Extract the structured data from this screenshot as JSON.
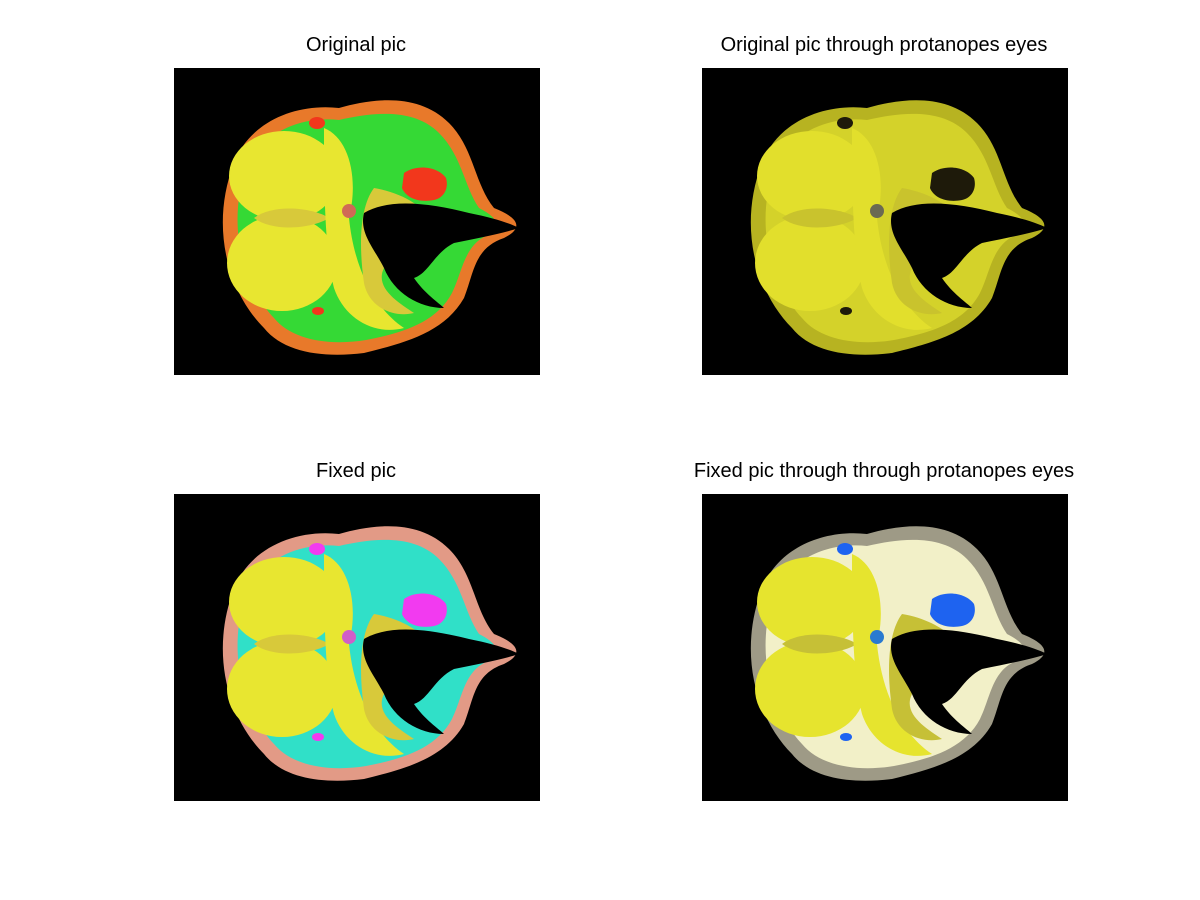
{
  "figure": {
    "panels": [
      {
        "title": "Original pic",
        "palette": {
          "outer": "#e8792a",
          "rim": "#35d935",
          "brain": "#e8e630",
          "brain_inner": "#d8c93a",
          "spots": "#f2371c",
          "dark": "#000000",
          "dot": "#d06a56"
        }
      },
      {
        "title": "Original pic through protanopes eyes",
        "palette": {
          "outer": "#b7b321",
          "rim": "#d4d22a",
          "brain": "#e2df2c",
          "brain_inner": "#c9c32d",
          "spots": "#1e1a0a",
          "dark": "#000000",
          "dot": "#6b6a52"
        }
      },
      {
        "title": "Fixed pic",
        "palette": {
          "outer": "#e29a86",
          "rim": "#30e0c8",
          "brain": "#e8e630",
          "brain_inner": "#d8c93a",
          "spots": "#f23af0",
          "dark": "#000000",
          "dot": "#d05ec8"
        }
      },
      {
        "title": "Fixed pic through through protanopes eyes",
        "palette": {
          "outer": "#9e9a86",
          "rim": "#f2f0c8",
          "brain": "#e6e42e",
          "brain_inner": "#c6c036",
          "spots": "#1e63f0",
          "dark": "#000000",
          "dot": "#2a7ad0"
        }
      }
    ]
  }
}
